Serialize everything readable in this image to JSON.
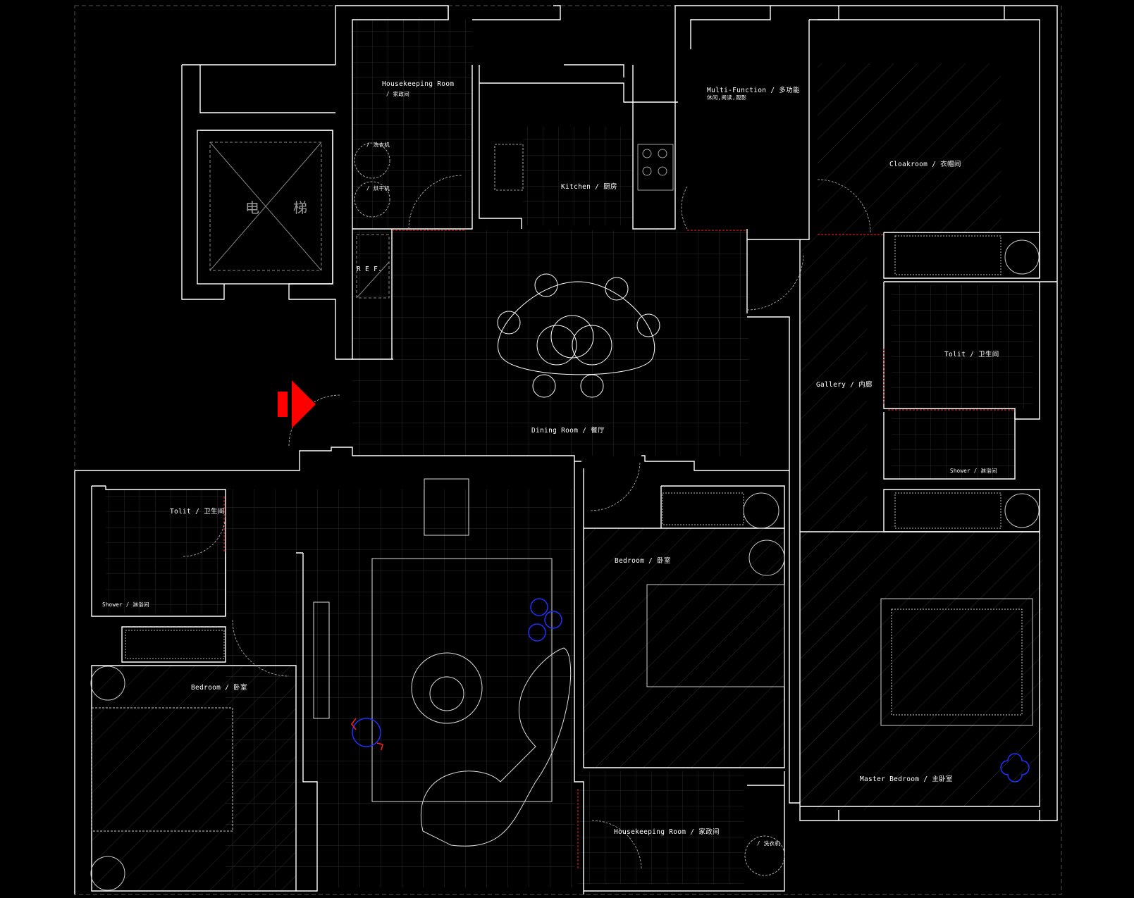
{
  "drawing": {
    "type": "architectural floor plan",
    "background": "#000000",
    "colors": {
      "wall": "#ffffff",
      "grid": "#3a3a3a",
      "dashed": "#8a8a8a",
      "door_line_red": "#ff2020",
      "entry_arrow": "#ff0000",
      "blue_accent": "#2030ff"
    }
  },
  "rooms": [
    {
      "id": "housekeeping-top",
      "en": "Housekeeping Room",
      "cn": "/ 家政间"
    },
    {
      "id": "multifunction",
      "en": "Multi-Function",
      "cn": "/ 多功能",
      "sub": "休闲,阅读,观影"
    },
    {
      "id": "kitchen",
      "en": "Kitchen",
      "cn": "/ 厨房"
    },
    {
      "id": "cloakroom",
      "en": "Cloakroom",
      "cn": "/ 衣帽间"
    },
    {
      "id": "toilet-right",
      "en": "Tolit",
      "cn": "/ 卫生间"
    },
    {
      "id": "gallery",
      "en": "Gallery",
      "cn": "/ 内廊"
    },
    {
      "id": "shower-right",
      "en": "Shower",
      "cn": "/ 淋浴间"
    },
    {
      "id": "dining",
      "en": "Dining Room",
      "cn": "/ 餐厅"
    },
    {
      "id": "toilet-left",
      "en": "Tolit",
      "cn": "/ 卫生间"
    },
    {
      "id": "shower-left",
      "en": "Shower",
      "cn": "/ 淋浴间"
    },
    {
      "id": "bedroom-left",
      "en": "Bedroom",
      "cn": "/ 卧室"
    },
    {
      "id": "bedroom-mid",
      "en": "Bedroom",
      "cn": "/ 卧室"
    },
    {
      "id": "master-bedroom",
      "en": "Master Bedroom",
      "cn": "/ 主卧室"
    },
    {
      "id": "housekeeping-bottom",
      "en": "Housekeeping Room",
      "cn": "/ 家政间"
    }
  ],
  "fixtures": {
    "elevator": "电 梯",
    "refrigerator": "R E F.",
    "washer": "/ 洗衣机",
    "dryer": "/ 烘干机",
    "washer_bottom": "/ 洗衣机"
  }
}
